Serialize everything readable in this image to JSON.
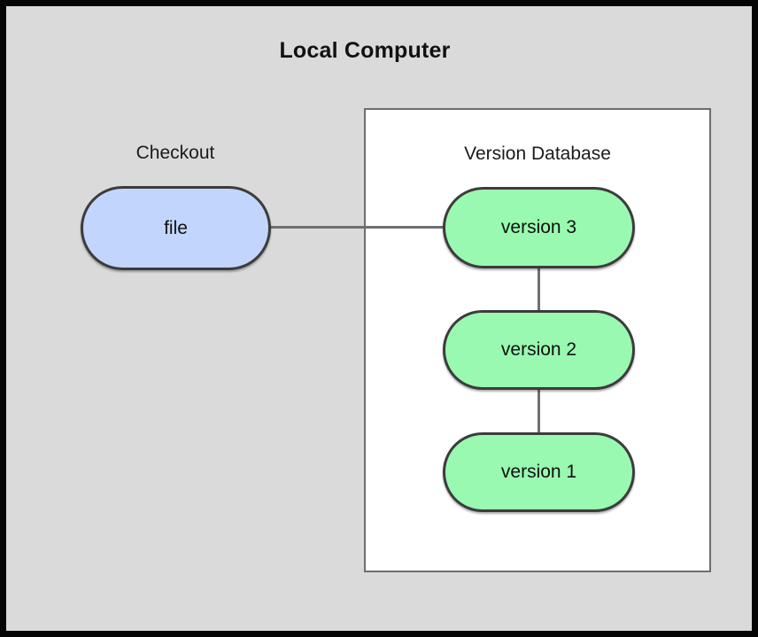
{
  "diagram": {
    "title": "Local Computer",
    "groups": [
      {
        "id": "checkout",
        "label": "Checkout"
      },
      {
        "id": "version-database",
        "label": "Version Database"
      }
    ],
    "nodes": [
      {
        "id": "file",
        "label": "file",
        "group": "checkout",
        "color": "#c2d6fd"
      },
      {
        "id": "version-3",
        "label": "version 3",
        "group": "version-database",
        "color": "#99f9b0"
      },
      {
        "id": "version-2",
        "label": "version 2",
        "group": "version-database",
        "color": "#99f9b0"
      },
      {
        "id": "version-1",
        "label": "version 1",
        "group": "version-database",
        "color": "#99f9b0"
      }
    ],
    "edges": [
      {
        "from": "file",
        "to": "version-3",
        "orientation": "horizontal"
      },
      {
        "from": "version-3",
        "to": "version-2",
        "orientation": "vertical"
      },
      {
        "from": "version-2",
        "to": "version-1",
        "orientation": "vertical"
      }
    ],
    "colors": {
      "frame_border": "#050505",
      "canvas_background": "#dadada",
      "panel_background": "#ffffff",
      "panel_border": "#6e6e6e",
      "node_border": "#3c3c3c",
      "node_fill_checkout": "#c2d6fd",
      "node_fill_version": "#99f9b0",
      "connector": "#707070",
      "text": "#111111"
    }
  }
}
